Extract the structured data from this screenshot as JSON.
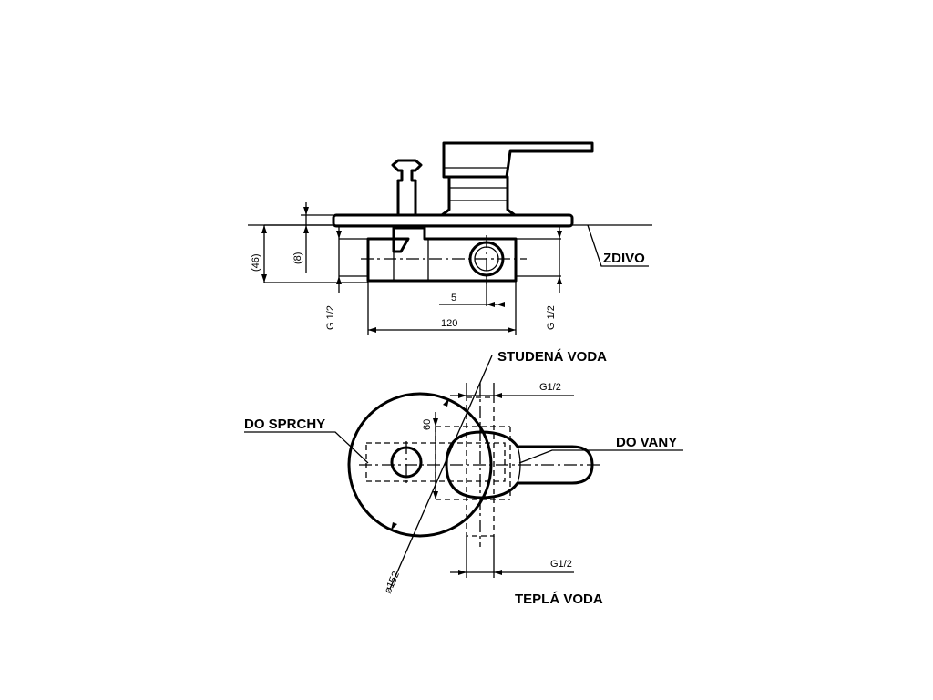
{
  "labels": {
    "wall": "ZDIVO",
    "cold_water": "STUDENÁ VODA",
    "to_shower": "DO SPRCHY",
    "to_bath": "DO VANY",
    "hot_water": "TEPLÁ VODA"
  },
  "dimensions": {
    "depth_total": "(46)",
    "depth_plate": "(8)",
    "thread_left": "G 1/2",
    "thread_right": "G 1/2",
    "width": "120",
    "offset": "5",
    "thread_top": "G1/2",
    "thread_bottom": "G1/2",
    "spacing": "60",
    "diameter": "ø152"
  }
}
